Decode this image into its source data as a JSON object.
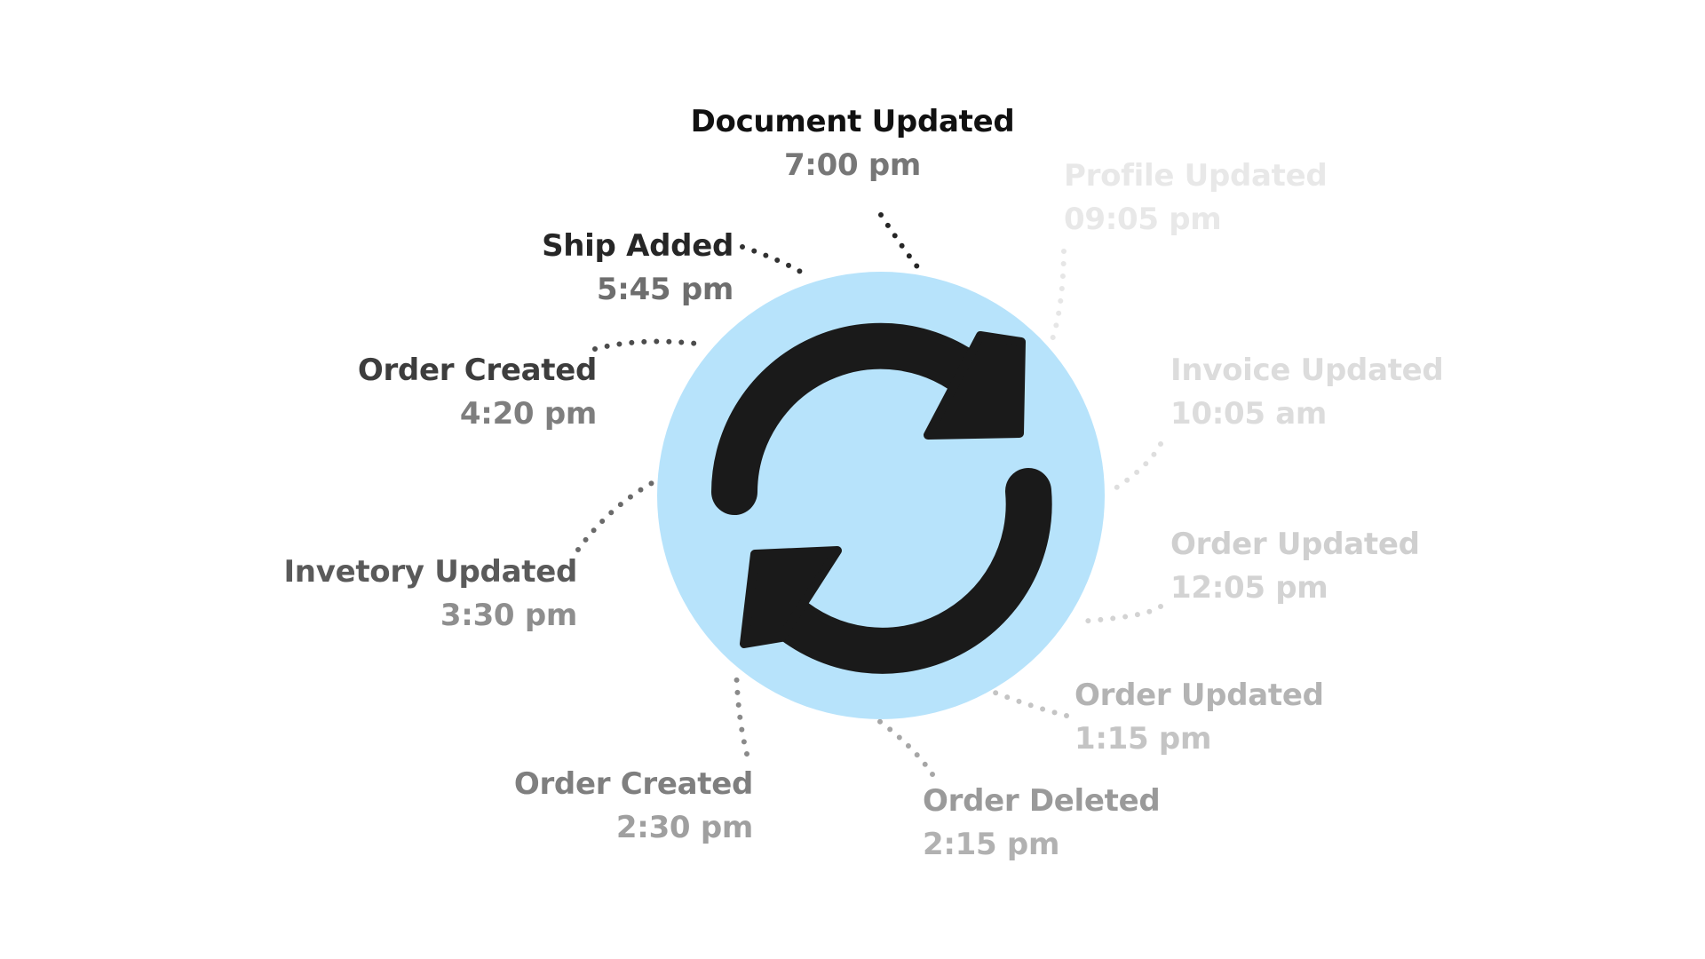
{
  "hub": {
    "icon": "sync-icon",
    "circle_color": "#b7e3fb",
    "icon_color": "#1a1a1a"
  },
  "events": [
    {
      "title": "Document Updated",
      "time": "7:00 pm",
      "title_color": "#111111",
      "time_color": "#777777"
    },
    {
      "title": "Profile Updated",
      "time": "09:05 pm",
      "title_color": "#e8e8e8",
      "time_color": "#e8e8e8"
    },
    {
      "title": "Invoice Updated",
      "time": "10:05 am",
      "title_color": "#dcdcdc",
      "time_color": "#dcdcdc"
    },
    {
      "title": "Order Updated",
      "time": "12:05 pm",
      "title_color": "#cfcfcf",
      "time_color": "#d3d3d3"
    },
    {
      "title": "Order Updated",
      "time": "1:15 pm",
      "title_color": "#b3b3b3",
      "time_color": "#c4c4c4"
    },
    {
      "title": "Order Deleted",
      "time": "2:15 pm",
      "title_color": "#9a9a9a",
      "time_color": "#b1b1b1"
    },
    {
      "title": "Order Created",
      "time": "2:30 pm",
      "title_color": "#7f7f7f",
      "time_color": "#9f9f9f"
    },
    {
      "title": "Invetory Updated",
      "time": "3:30 pm",
      "title_color": "#5a5a5a",
      "time_color": "#8e8e8e"
    },
    {
      "title": "Order Created",
      "time": "4:20 pm",
      "title_color": "#3d3d3d",
      "time_color": "#7e7e7e"
    },
    {
      "title": "Ship Added",
      "time": "5:45 pm",
      "title_color": "#262626",
      "time_color": "#6e6e6e"
    }
  ],
  "connector_colors": [
    "#262626",
    "#e6e6e6",
    "#dedede",
    "#d3d3d3",
    "#c4c4c4",
    "#a6a6a6",
    "#8a8a8a",
    "#6a6a6a",
    "#4c4c4c",
    "#323232"
  ]
}
